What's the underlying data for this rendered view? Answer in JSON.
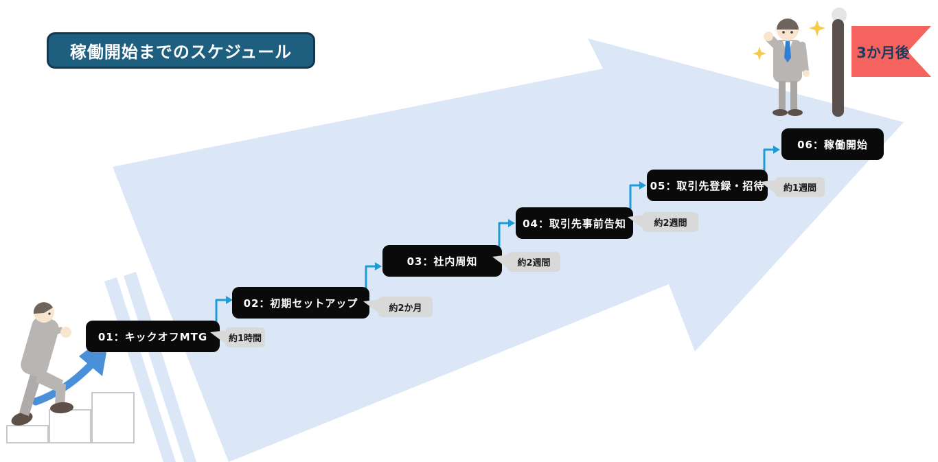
{
  "title": "稼働開始までのスケジュール",
  "steps": [
    {
      "label": "01：キックオフMTG",
      "duration": "約1時間"
    },
    {
      "label": "02：初期セットアップ",
      "duration": "約2か月"
    },
    {
      "label": "03：社内周知",
      "duration": "約2週間"
    },
    {
      "label": "04：取引先事前告知",
      "duration": "約2週間"
    },
    {
      "label": "05：取引先登録・招待",
      "duration": "約1週間"
    },
    {
      "label": "06：稼働開始",
      "duration": ""
    }
  ],
  "goal": {
    "flag_label": "3か月後"
  },
  "illustrations": {
    "big_arrow": "upward-arrow-background",
    "speed_stripes": "speed-stripes",
    "stairs": "staircase",
    "swoosh": "rising-swoosh-arrow",
    "climbing_person": "person-climbing-stairs",
    "goal_person": "person-celebrating",
    "flag": "goal-flag",
    "flag_pole": "flag-pole",
    "sparkles": "sparkle"
  },
  "colors": {
    "title_bg": "#1e5f80",
    "title_border": "#143750",
    "step_bg": "#0a0a0a",
    "step_text": "#ffffff",
    "duration_bg": "#d9d9d9",
    "duration_text": "#1a1a1a",
    "connector_blue": "#1e9cd6",
    "big_arrow_blue": "#dbe7f6",
    "swoosh_blue": "#4a90d8",
    "flag_red": "#f4635e",
    "flag_text": "#1d3a5f",
    "pole_brown": "#594f4d",
    "suit_gray": "#b8b5b3",
    "skin": "#f9e4cf",
    "sparkle_yellow": "#f2cd4e"
  }
}
